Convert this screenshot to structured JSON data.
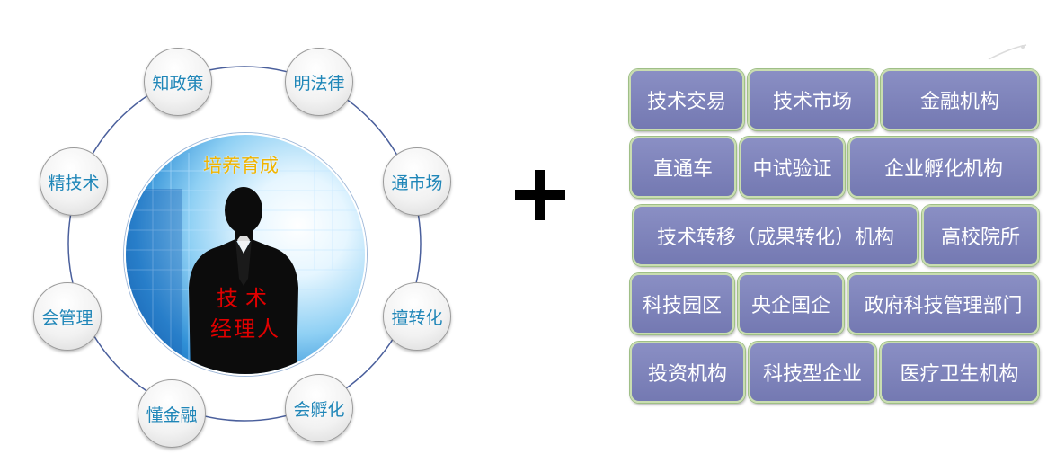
{
  "center": {
    "title": "培养育成",
    "label_line1": "技术",
    "label_line2": "经理人"
  },
  "skills": [
    "知政策",
    "明法律",
    "通市场",
    "擅转化",
    "会孵化",
    "懂金融",
    "会管理",
    "精技术"
  ],
  "plus_symbol": "+",
  "institutions": [
    [
      "技术交易",
      "技术市场",
      "金融机构"
    ],
    [
      "直通车",
      "中试验证",
      "企业孵化机构"
    ],
    [
      "技术转移（成果转化）机构",
      "高校院所"
    ],
    [
      "科技园区",
      "央企国企",
      "政府科技管理部门"
    ],
    [
      "投资机构",
      "科技型企业",
      "医疗卫生机构"
    ]
  ],
  "colors": {
    "skill_text": "#1f86b8",
    "center_title": "#f0b400",
    "center_label": "#e00000",
    "tag_fill": "#7d82bb",
    "tag_border": "#c9ddb0",
    "ring": "#4a5f9c"
  }
}
